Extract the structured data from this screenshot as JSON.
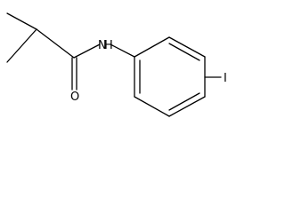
{
  "molecule": {
    "atoms": {
      "nitrogen": "N",
      "hydrogen": "H",
      "oxygen": "O",
      "iodine": "I"
    },
    "colors": {
      "bond": "#000000",
      "label": "#000000",
      "background": "#ffffff"
    }
  }
}
